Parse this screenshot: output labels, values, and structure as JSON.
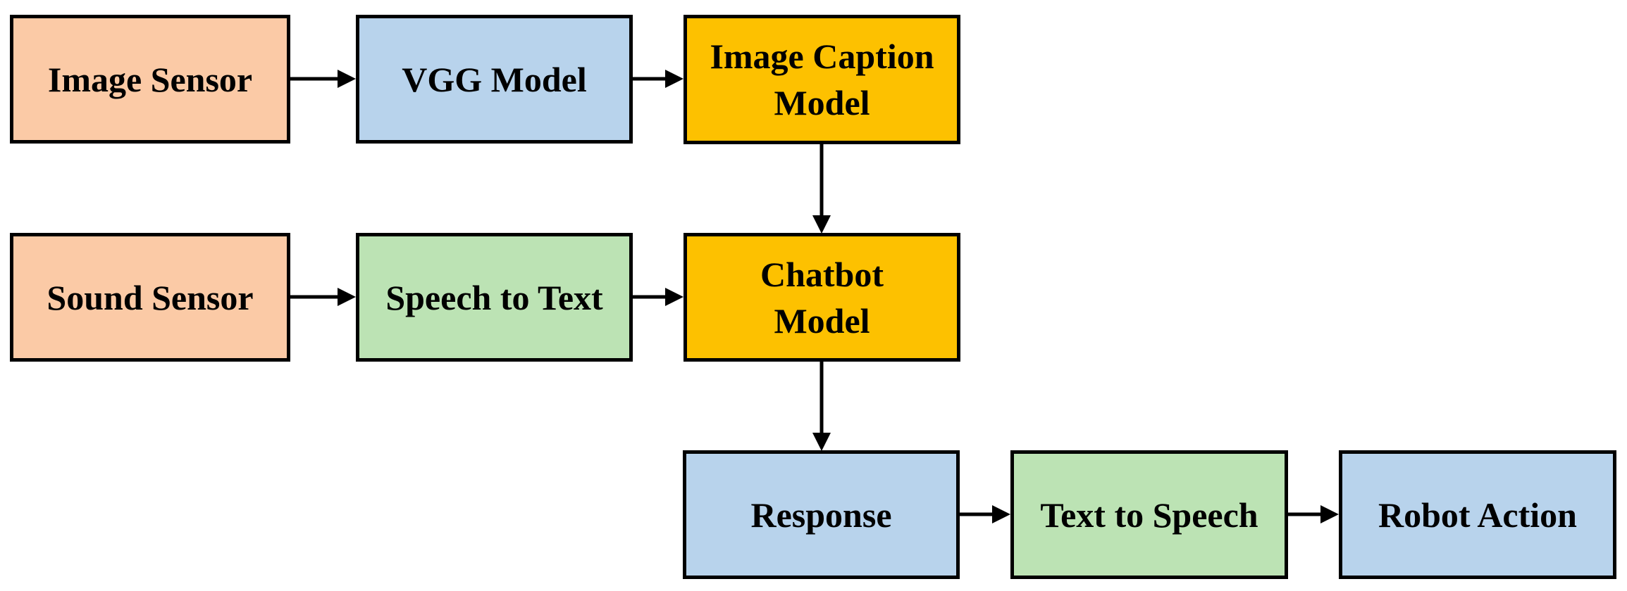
{
  "colors": {
    "sensor": "#fbcaa6",
    "model": "#b8d3ec",
    "converter": "#bce3b4",
    "core": "#fdc100",
    "border": "#000000"
  },
  "nodes": {
    "image_sensor": {
      "label": "Image Sensor"
    },
    "vgg_model": {
      "label": "VGG Model"
    },
    "image_caption_model": {
      "line1": "Image Caption",
      "line2": "Model"
    },
    "sound_sensor": {
      "label": "Sound Sensor"
    },
    "speech_to_text": {
      "label": "Speech to Text"
    },
    "chatbot_model": {
      "line1": "Chatbot",
      "line2": "Model"
    },
    "response": {
      "label": "Response"
    },
    "text_to_speech": {
      "label": "Text to Speech"
    },
    "robot_action": {
      "label": "Robot Action"
    }
  },
  "edges": [
    {
      "from": "Image Sensor",
      "to": "VGG Model"
    },
    {
      "from": "VGG Model",
      "to": "Image Caption Model"
    },
    {
      "from": "Image Caption Model",
      "to": "Chatbot Model"
    },
    {
      "from": "Sound Sensor",
      "to": "Speech to Text"
    },
    {
      "from": "Speech to Text",
      "to": "Chatbot Model"
    },
    {
      "from": "Chatbot Model",
      "to": "Response"
    },
    {
      "from": "Response",
      "to": "Text to Speech"
    },
    {
      "from": "Text to Speech",
      "to": "Robot Action"
    }
  ]
}
